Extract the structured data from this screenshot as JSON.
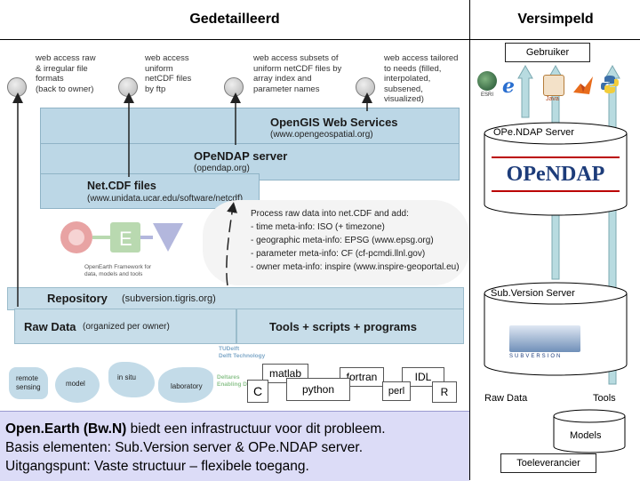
{
  "headers": {
    "left": "Gedetailleerd",
    "right": "Versimpeld"
  },
  "bubbles": [
    "web access raw\n& irregular file\nformats\n(back to owner)",
    "web access\nuniform\nnetCDF files\nby ftp",
    "web access subsets of\nuniform netCDF files by\narray index and\nparameter names",
    "web access tailored\nto needs (filled,\ninterpolated,\nsubsened,\nvisualized)"
  ],
  "ogc": {
    "title": "OpenGIS Web Services",
    "url": "(www.opengeospatial.org)"
  },
  "opendap_server": {
    "title": "OPeNDAP server",
    "url": "(opendap.org)"
  },
  "netcdf": {
    "title": "Net.CDF files",
    "url": "(www.unidata.ucar.edu/software/netcdf)"
  },
  "process": {
    "title": "Process raw data into net.CDF and add:",
    "items": [
      "- time meta-info: ISO (+ timezone)",
      "- geographic meta-info: EPSG (www.epsg.org)",
      "- parameter meta-info: CF (cf-pcmdi.llnl.gov)",
      "- owner meta-info: inspire (www.inspire-geoportal.eu)"
    ]
  },
  "oe_logo_caption": "OpenEarth Framework for\ndata, models and tools",
  "repository": {
    "title": "Repository",
    "url": "(subversion.tigris.org)"
  },
  "raw_data": {
    "title": "Raw Data",
    "note": "(organized per owner)"
  },
  "tools": {
    "title": "Tools + scripts + programs"
  },
  "sources": [
    "remote\nsensing",
    "model",
    "in situ",
    "laboratory"
  ],
  "tudelft": "TUDelft\nDelft Technology",
  "deltares": "Deltares\nEnabling Delta Life",
  "languages": [
    "matlab",
    "fortran",
    "IDL",
    "C",
    "python",
    "perl",
    "R"
  ],
  "caption": {
    "line1_strong": "Open.Earth (Bw.N)",
    "line1_rest": " biedt een infrastructuur voor dit probleem.",
    "line2": "Basis elementen: Sub.Version server & OPe.NDAP server.",
    "line3": "Uitgangspunt: Vaste structuur – flexibele toegang."
  },
  "right": {
    "gebruiker": "Gebruiker",
    "opendap_server": "OPe.NDAP Server",
    "opendap_logo": "OPeNDAP",
    "subversion_server": "Sub.Version Server",
    "subversion_logo": "SUBVERSION",
    "raw_data": "Raw Data",
    "tools": "Tools",
    "models": "Models",
    "toeleverancier": "Toeleverancier",
    "app_icons": [
      "globe-icon",
      "ie-icon",
      "java-icon",
      "matlab-icon",
      "python-icon"
    ],
    "java_label": "Java",
    "esri_label": "ESRI"
  },
  "colors": {
    "teal_panel": "#bcd7e6",
    "caption_bg": "#dcdcf7",
    "arrow_teal": "#b8dbe0"
  }
}
